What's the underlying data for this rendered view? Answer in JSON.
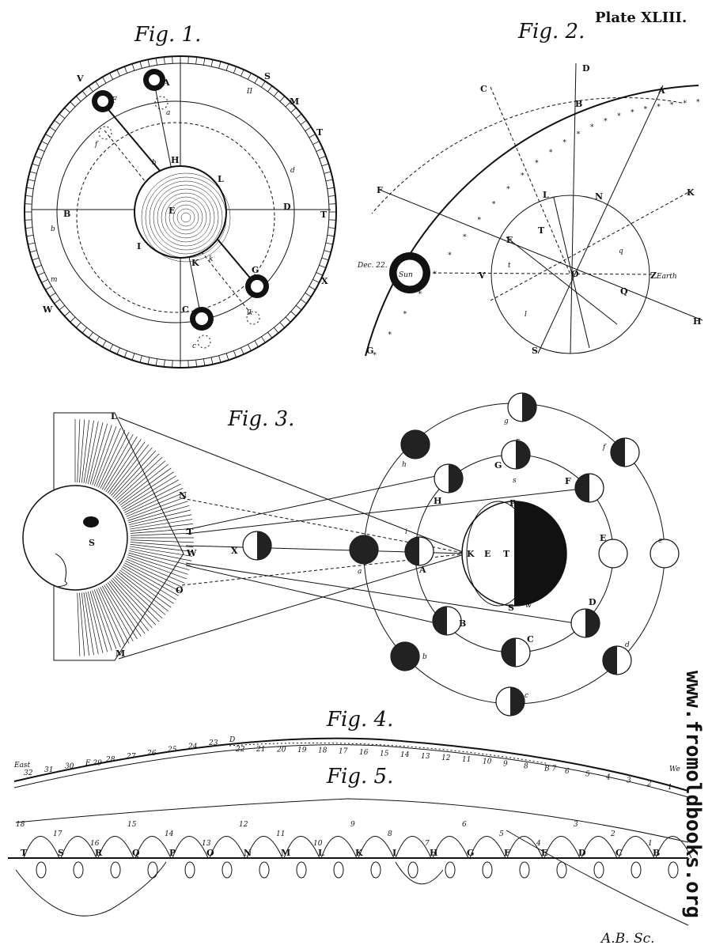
{
  "plate_title": "Plate XLIII.",
  "watermark": "www.fromoldbooks.org",
  "credit": "A.B. Sc.",
  "fig1": {
    "title": "Fig. 1.",
    "labels": {
      "V": "V",
      "A": "A",
      "F": "F",
      "a": "a",
      "f": "f",
      "H": "H",
      "L": "L",
      "E": "E",
      "B": "B",
      "D": "D",
      "b": "b",
      "d": "d",
      "I": "I",
      "K": "K",
      "k": "k",
      "h": "h",
      "G": "G",
      "g": "g",
      "C": "C",
      "c": "c",
      "S": "S",
      "M": "M",
      "T": "T",
      "X": "X",
      "W": "W",
      "m": "m",
      "II": "II",
      "Tt": "T"
    }
  },
  "fig2": {
    "title": "Fig. 2.",
    "labels": {
      "D": "D",
      "B": "B",
      "C": "C",
      "A": "A",
      "F": "F",
      "L": "L",
      "N": "N",
      "K": "K",
      "E": "E",
      "T": "T",
      "V": "V",
      "O": "O",
      "Z": "Z",
      "Q": "Q",
      "H": "H",
      "S": "S",
      "G": "G",
      "q": "q",
      "t": "t",
      "l": "l"
    },
    "sun": "Sun",
    "dec": "Dec. 22.",
    "earth": "Earth"
  },
  "fig3": {
    "title": "Fig. 3.",
    "labels": {
      "L": "L",
      "N": "N",
      "T": "T",
      "W": "W",
      "O": "O",
      "M": "M",
      "S": "S",
      "X": "X",
      "a": "a",
      "A": "A",
      "i": "i",
      "H": "H",
      "G": "G",
      "r": "r",
      "s": "s",
      "g": "g",
      "h": "h",
      "f": "f",
      "F": "F",
      "E": "E",
      "e": "e",
      "D": "D",
      "d": "d",
      "C": "C",
      "c": "c",
      "B": "B",
      "b": "b",
      "K": "K",
      "Et": "E",
      "Tt": "T",
      "P": "P",
      "t": "t",
      "Sw": "S",
      "w": "w"
    }
  },
  "fig4": {
    "title": "Fig. 4.",
    "east": "East",
    "west": "We",
    "upper_numbers": [
      "32",
      "31",
      "30",
      "E 29",
      "28",
      "27",
      "26",
      "25",
      "24",
      "23",
      "D"
    ],
    "lower_numbers": [
      "22",
      "21",
      "20",
      "19",
      "18",
      "17",
      "16",
      "15",
      "14",
      "13",
      "12",
      "11",
      "10",
      "9",
      "8",
      "B 7",
      "6",
      "5",
      "4",
      "3",
      "2",
      "1"
    ]
  },
  "fig5": {
    "title": "Fig. 5.",
    "baseline_letters": [
      "T",
      "S",
      "R",
      "Q",
      "P",
      "O",
      "N",
      "M",
      "L",
      "K",
      "I",
      "H",
      "G",
      "F",
      "E",
      "D",
      "C",
      "B"
    ],
    "peak_numbers": [
      "18",
      "17",
      "16",
      "15",
      "14",
      "13",
      "12",
      "11",
      "10",
      "9",
      "8",
      "7",
      "6",
      "5",
      "4",
      "3",
      "2",
      "1"
    ]
  }
}
